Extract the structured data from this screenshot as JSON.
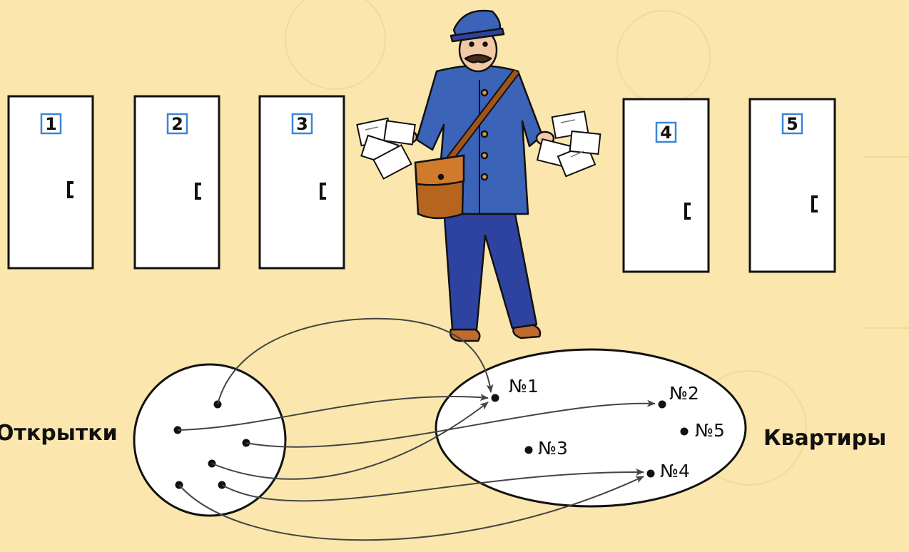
{
  "doors": [
    "1",
    "2",
    "3",
    "4",
    "5"
  ],
  "sets": {
    "left_label": "Открытки",
    "right_label": "Квартиры"
  },
  "flats": [
    "№1",
    "№2",
    "№3",
    "№4",
    "№5"
  ],
  "colors": {
    "background": "#fbe7ad",
    "door_number_frame": "#3a86d6",
    "postman_uniform": "#3b63b8",
    "postman_trousers": "#2e43a0",
    "bag": "#b5651d",
    "outline": "#111111"
  },
  "icons": [
    "postman-figure",
    "letter-icon",
    "mail-bag-icon",
    "door-handle-icon"
  ]
}
